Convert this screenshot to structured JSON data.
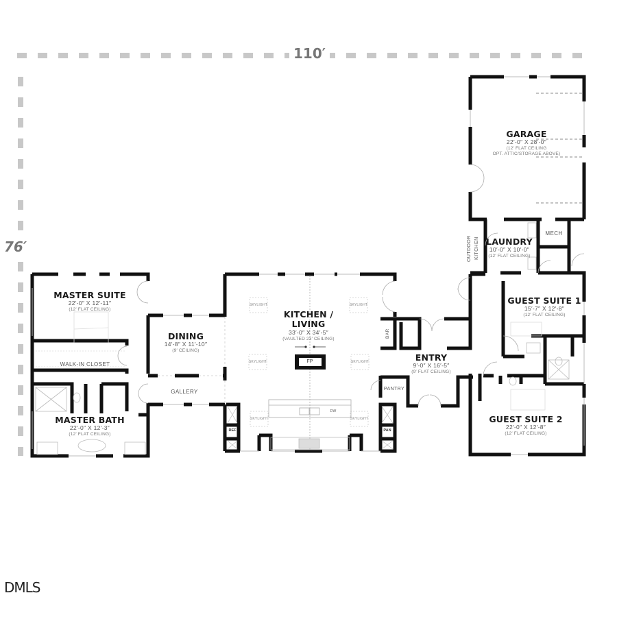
{
  "overall_dimensions": {
    "width_label": "110′",
    "depth_label": "76′"
  },
  "rooms": {
    "garage": {
      "name": "GARAGE",
      "dims": "22′-0″ X 28′-0″",
      "ceiling": "(12′ FLAT CEILING",
      "note": "OPT. ATTIC/STORAGE ABOVE)"
    },
    "laundry": {
      "name": "LAUNDRY",
      "dims": "10′-0″ X 10′-0″",
      "ceiling": "(12′ FLAT CEILING)"
    },
    "mech": {
      "name": "MECH"
    },
    "outdoor_kitchen": {
      "name": "OUTDOOR KITCHEN"
    },
    "master_suite": {
      "name": "MASTER SUITE",
      "dims": "22′-0″ X 12′-11″",
      "ceiling": "(12′ FLAT CEILING)"
    },
    "walk_in_closet": {
      "name": "WALK-IN CLOSET"
    },
    "master_bath": {
      "name": "MASTER BATH",
      "dims": "22′-0″ X 12′-3″",
      "ceiling": "(12′ FLAT CEILING)"
    },
    "dining": {
      "name": "DINING",
      "dims": "14′-8″ X 11′-10″",
      "ceiling": "(9′ CEILING)"
    },
    "gallery": {
      "name": "GALLERY"
    },
    "kitchen_living": {
      "name_line1": "KITCHEN /",
      "name_line2": "LIVING",
      "dims": "33′-0″ X 34′-5″",
      "ceiling": "(VAULTED 23′ CEILING)"
    },
    "entry": {
      "name": "ENTRY",
      "dims": "9′-0″ X 16′-5″",
      "ceiling": "(9′ FLAT CEILING)"
    },
    "pantry": {
      "name": "PANTRY"
    },
    "bar": {
      "name": "BAR"
    },
    "guest_suite_1": {
      "name": "GUEST SUITE 1",
      "dims": "15′-7″ X 12′-8″",
      "ceiling": "(12′ FLAT CEILING)"
    },
    "guest_suite_2": {
      "name": "GUEST SUITE 2",
      "dims": "22′-0″ X 12′-8″",
      "ceiling": "(12′ FLAT CEILING)"
    }
  },
  "fixtures": {
    "skylight": "SKYLIGHT",
    "fireplace": "FP",
    "refrigerator": "REF",
    "pantry_cabinet": "PAN",
    "dishwasher": "DW"
  },
  "watermark": "DMLS"
}
